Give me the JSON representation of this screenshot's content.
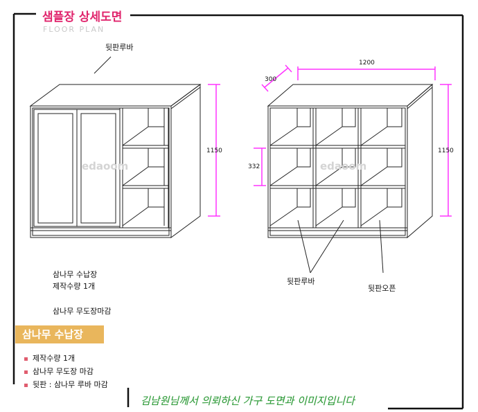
{
  "header": {
    "title": "샘플장 상세도면",
    "subtitle": "FLOOR PLAN",
    "accent_color": "#e0246c"
  },
  "front_view": {
    "callout_label": "뒷판루바",
    "height_dim": "1150",
    "watermark": "edaoom"
  },
  "rear_view": {
    "depth_dim": "300",
    "width_dim": "1200",
    "height_dim": "1150",
    "shelf_dim": "332",
    "callout_louver": "뒷판루바",
    "callout_open": "뒷판오픈",
    "watermark": "edaoom"
  },
  "description": {
    "line1": "삼나무 수납장",
    "line2": "제작수량 1개",
    "line3": "삼나무 무도장마감"
  },
  "product": {
    "tag_label": "삼나무 수납장",
    "tag_color": "#e9b65c",
    "specs": [
      "제작수량  1개",
      "삼나무 무도장 마감",
      "뒷판 : 삼나무 루바 마감"
    ]
  },
  "footer": {
    "note": "김남원님께서 의뢰하신 가구 도면과 이미지입니다"
  },
  "colors": {
    "dimension": "#ff33ff",
    "line": "#222222",
    "frame": "#111111",
    "bullet": "#e05d6f",
    "footer_text": "#2f9a3a"
  }
}
